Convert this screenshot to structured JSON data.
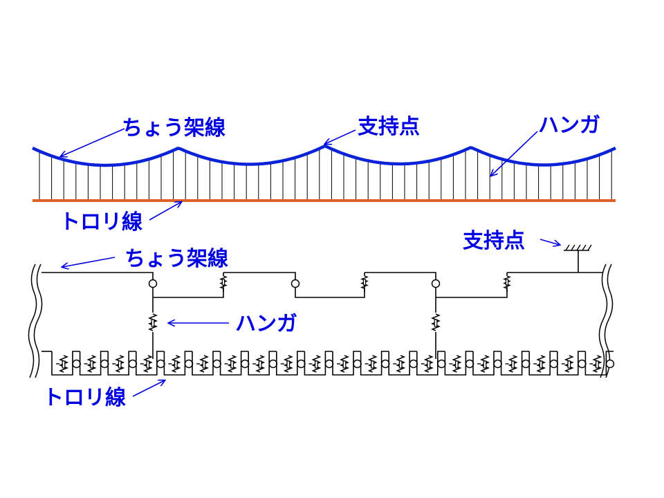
{
  "labels": {
    "top_messenger": "ちょう架線",
    "top_support": "支持点",
    "top_hanger": "ハンガ",
    "top_trolley": "トロリ線",
    "bottom_support": "支持点",
    "bottom_messenger": "ちょう架線",
    "bottom_hanger": "ハンガ",
    "bottom_trolley": "トロリ線"
  },
  "colors": {
    "label": "#0000e0",
    "messenger": "#0a22d8",
    "trolley": "#e0602a",
    "line": "#000000"
  }
}
